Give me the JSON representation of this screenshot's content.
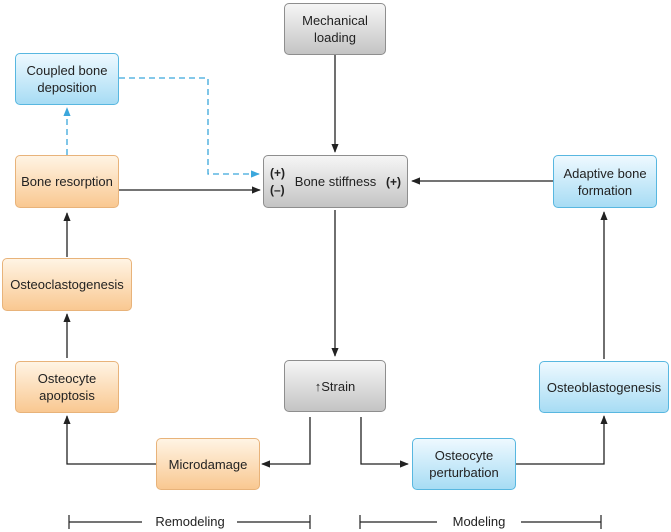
{
  "nodes": {
    "mechanical_loading": "Mechanical\nloading",
    "coupled_bone_deposition": "Coupled bone\ndeposition",
    "bone_resorption": "Bone resorption",
    "bone_stiffness": {
      "label": "Bone stiffness",
      "left_plus": "(+)",
      "left_minus": "(–)",
      "right_plus": "(+)"
    },
    "adaptive_bone_formation": "Adaptive bone\nformation",
    "osteoclastogenesis": "Osteoclastogenesis",
    "strain": "↑Strain",
    "osteocyte_apoptosis": "Osteocyte\napoptosis",
    "osteoblastogenesis": "Osteoblastogenesis",
    "microdamage": "Microdamage",
    "osteocyte_perturbation": "Osteocyte\nperturbation"
  },
  "ranges": {
    "remodeling": "Remodeling",
    "modeling": "Modeling"
  },
  "colors": {
    "remodeling_boxes": "#f9c891",
    "modeling_boxes": "#a7dcf4",
    "core_boxes": "#c4c4c4",
    "coupling_arrow": "#3ba7dc",
    "arrows": "#222222"
  }
}
